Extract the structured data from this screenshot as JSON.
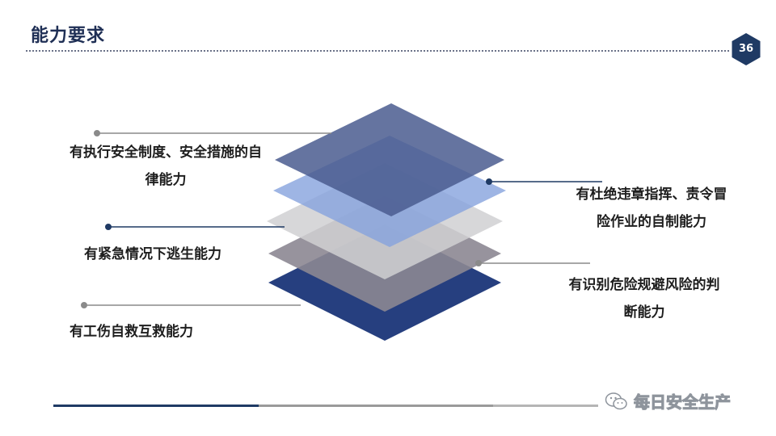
{
  "header": {
    "title": "能力要求",
    "page_number": "36"
  },
  "layers": {
    "colors": [
      "#263f7f",
      "#8c8792",
      "#d0d0d2",
      "#86a3dd",
      "#4a5c8f"
    ]
  },
  "labels": {
    "left": [
      {
        "line1": "有执行安全制度、安全措施的自",
        "line2": "律能力"
      },
      {
        "line1": "有紧急情况下逃生能力"
      },
      {
        "line1": "有工伤自救互救能力"
      }
    ],
    "right": [
      {
        "line1": "有杜绝违章指挥、责令冒",
        "line2": "险作业的自制能力"
      },
      {
        "line1": "有识别危险规避风险的判",
        "line2": "断能力"
      }
    ]
  },
  "footer": {
    "watermark": "每日安全生产",
    "bar_colors": [
      "#1f3a64",
      "#9a9a9a",
      "#b5b5b5"
    ]
  }
}
